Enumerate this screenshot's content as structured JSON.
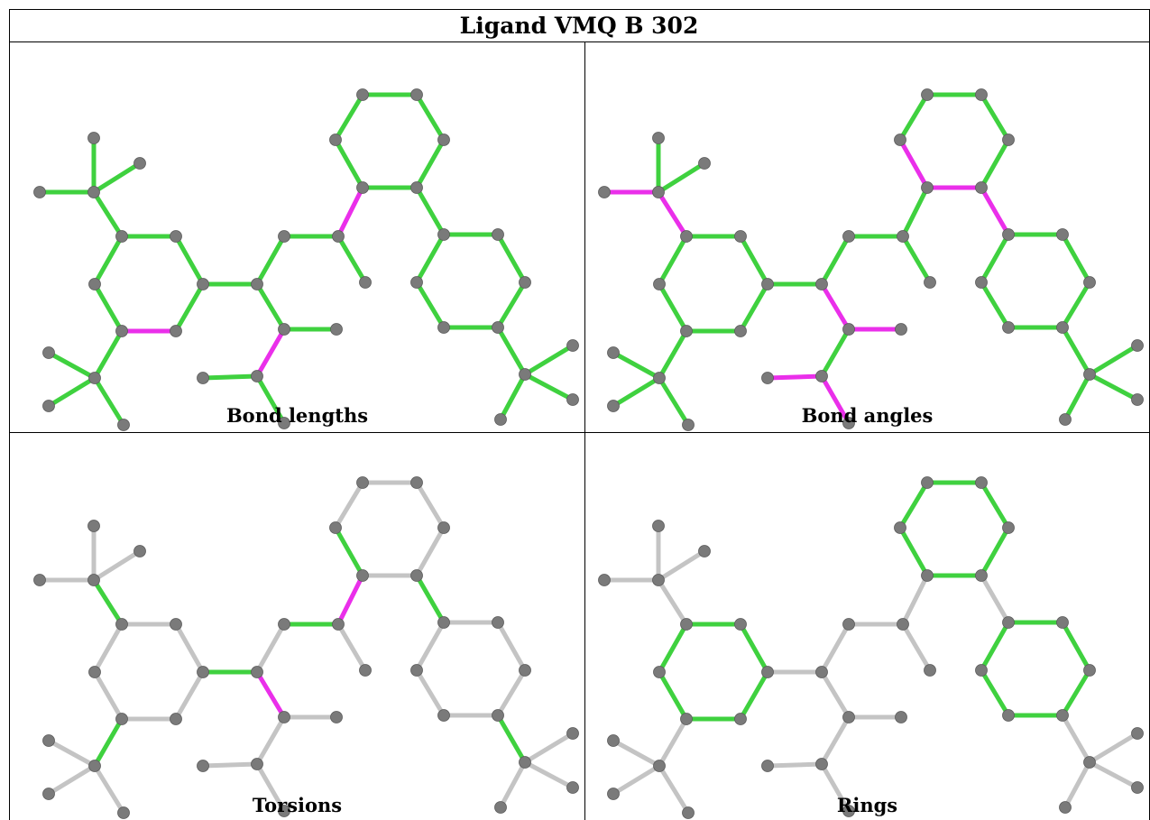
{
  "title": "Ligand VMQ B 302",
  "colors": {
    "good": "#3fd13f",
    "outlier": "#ea2fea",
    "neutral": "#c4c4c4",
    "atom": "#7a7a7a"
  },
  "panels": [
    {
      "caption": "Bond lengths",
      "default": "good",
      "highlight": "outlier",
      "hl": [
        "8-10",
        "13-15",
        "10-16"
      ]
    },
    {
      "caption": "Bond angles",
      "default": "good",
      "highlight": "outlier",
      "hl": [
        "0-4",
        "1-4",
        "12-13",
        "13-14",
        "15-17",
        "15-18",
        "16-24",
        "16-25",
        "28-29"
      ]
    },
    {
      "caption": "Torsions",
      "default": "neutral",
      "highlight": "good",
      "hl": [
        "1-4",
        "4-7",
        "2-22",
        "16-24",
        "27-30",
        "23-28",
        "9-10"
      ],
      "highlight2": "outlier",
      "hl2": [
        "12-13",
        "10-16"
      ]
    },
    {
      "caption": "Rings",
      "default": "neutral",
      "highlight": "good",
      "hl": [
        "4-5",
        "5-6",
        "6-7",
        "3-7",
        "2-3",
        "2-4",
        "21-22",
        "22-23",
        "23-26",
        "26-24",
        "24-25",
        "25-21",
        "16-17",
        "17-18",
        "18-19",
        "19-20",
        "20-14",
        "14-16"
      ]
    }
  ]
}
